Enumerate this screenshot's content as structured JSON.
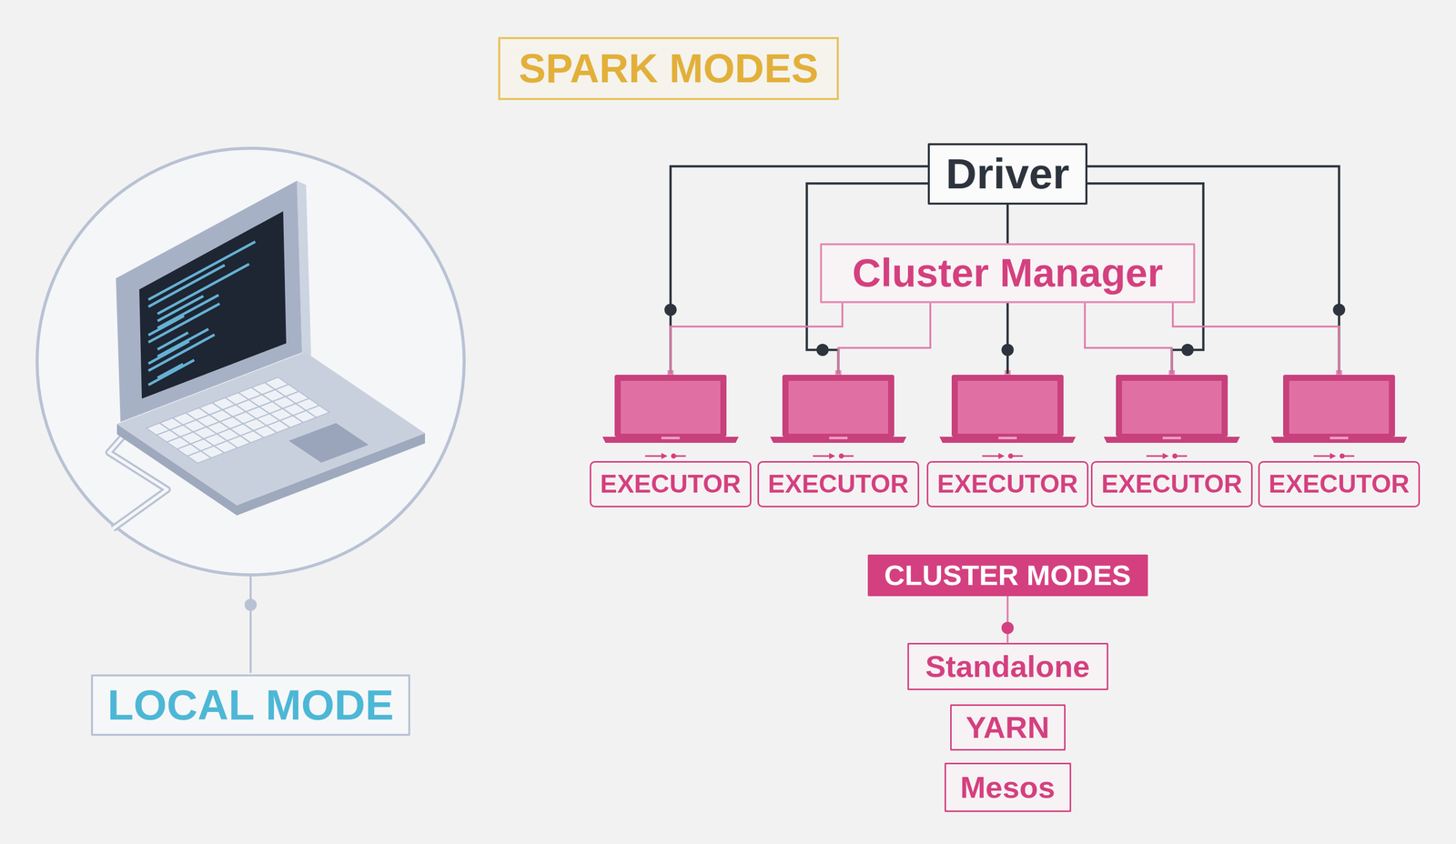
{
  "diagram": {
    "title": "SPARK MODES",
    "nodes": [
      {
        "text": [
          "Driver"
        ]
      },
      {
        "text": [
          "Cluster Manager"
        ]
      },
      {
        "text": [
          "EXECUTOR"
        ]
      },
      {
        "text": [
          "EXECUTOR"
        ]
      },
      {
        "text": [
          "EXECUTOR"
        ]
      },
      {
        "text": [
          "EXECUTOR"
        ]
      },
      {
        "text": [
          "EXECUTOR"
        ]
      },
      {
        "text": [
          "CLUSTER MODES"
        ]
      },
      {
        "text": [
          "Standalone"
        ]
      },
      {
        "text": [
          "YARN"
        ]
      },
      {
        "text": [
          "Mesos"
        ]
      },
      {
        "text": [
          "LOCAL MODE"
        ]
      }
    ],
    "edges": [
      {
        "from": 0,
        "to": 2,
        "arrow": "none"
      },
      {
        "from": 0,
        "to": 3,
        "arrow": "none"
      },
      {
        "from": 0,
        "to": 5,
        "arrow": "none"
      },
      {
        "from": 0,
        "to": 6,
        "arrow": "none"
      },
      {
        "from": 0,
        "to": 1,
        "arrow": "none"
      },
      {
        "from": 1,
        "to": 4,
        "arrow": "none"
      },
      {
        "from": 1,
        "to": 2,
        "arrow": "none"
      },
      {
        "from": 1,
        "to": 3,
        "arrow": "none"
      },
      {
        "from": 1,
        "to": 5,
        "arrow": "none"
      },
      {
        "from": 1,
        "to": 6,
        "arrow": "none"
      },
      {
        "from": 7,
        "to": 8,
        "arrow": "none"
      }
    ]
  }
}
